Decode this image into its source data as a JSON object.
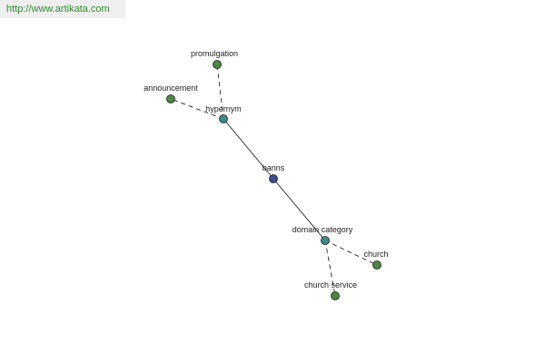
{
  "banner": {
    "url_text": "http://www.artikata.com"
  },
  "colors": {
    "center": "#3b4d8f",
    "relation": "#3f8a8c",
    "leaf": "#4a8a3f",
    "banner_text": "#2e8b2e"
  },
  "graph": {
    "nodes": [
      {
        "id": "banns",
        "label": "banns",
        "kind": "center"
      },
      {
        "id": "hypernym",
        "label": "hypernym",
        "kind": "relation"
      },
      {
        "id": "domain_category",
        "label": "domain category",
        "kind": "relation"
      },
      {
        "id": "promulgation",
        "label": "promulgation",
        "kind": "leaf"
      },
      {
        "id": "announcement",
        "label": "announcement",
        "kind": "leaf"
      },
      {
        "id": "church",
        "label": "church",
        "kind": "leaf"
      },
      {
        "id": "church_service",
        "label": "church service",
        "kind": "leaf"
      }
    ],
    "edges": [
      {
        "from": "banns",
        "to": "hypernym",
        "style": "solid"
      },
      {
        "from": "banns",
        "to": "domain_category",
        "style": "solid"
      },
      {
        "from": "hypernym",
        "to": "promulgation",
        "style": "dashed"
      },
      {
        "from": "hypernym",
        "to": "announcement",
        "style": "dashed"
      },
      {
        "from": "domain_category",
        "to": "church",
        "style": "dashed"
      },
      {
        "from": "domain_category",
        "to": "church_service",
        "style": "dashed"
      }
    ]
  }
}
